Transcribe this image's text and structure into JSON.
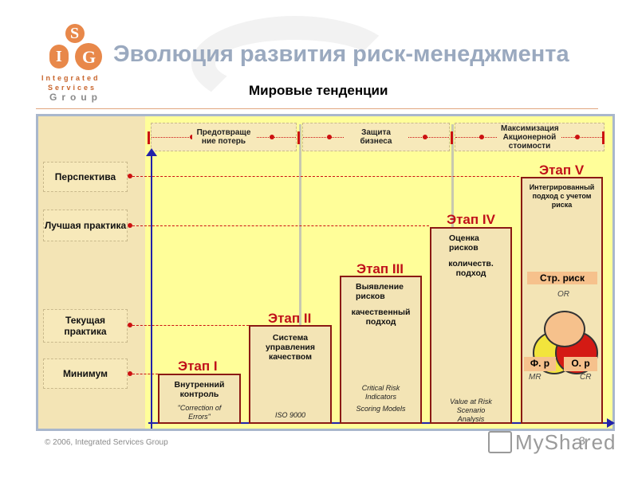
{
  "header": {
    "title": "Эволюция развития риск-менеджмента",
    "subtitle": "Мировые тенденции"
  },
  "logo": {
    "letters": [
      "S",
      "I",
      "G"
    ],
    "line1": "Integrated",
    "line2": "Services",
    "line3": "Group"
  },
  "bands": [
    {
      "label": "Предотвраще ние потерь"
    },
    {
      "label": "Защита бизнеса"
    },
    {
      "label": "Максимизация Акционерной стоимости"
    }
  ],
  "levels": [
    {
      "label": "Перспектива"
    },
    {
      "label": "Лучшая практика"
    },
    {
      "label": "Текущая практика"
    },
    {
      "label": "Минимум"
    }
  ],
  "stages": [
    {
      "title": "Этап I",
      "text": "Внутренний контроль",
      "sub": "\"Correction of Errors\""
    },
    {
      "title": "Этап II",
      "text": "Система управления качеством",
      "sub": "ISO 9000"
    },
    {
      "title": "Этап III",
      "text": "Выявление рисков",
      "text2": "качественный подход",
      "sub": "Critical Risk Indicators",
      "sub2": "Scoring Models"
    },
    {
      "title": "Этап IV",
      "text": "Оценка рисков",
      "text2": "количеств. подход",
      "sub": "Value at Risk Scenario Analysis"
    },
    {
      "title": "Этап V",
      "text": "Интегрированный подход с учетом риска"
    }
  ],
  "risk": {
    "strategic": "Стр. риск",
    "or_label": "OR",
    "financial": "Ф. р",
    "operational": "О. р",
    "mr_label": "MR",
    "cr_label": "CR"
  },
  "colors": {
    "background": "#fffe99",
    "panel": "#f3e4b5",
    "stage_title": "#c0101a",
    "axis": "#2222aa",
    "title": "#9aa9bf"
  },
  "footer": {
    "copyright": "© 2006, Integrated Services Group",
    "page": "3",
    "brand": "MyShared"
  }
}
